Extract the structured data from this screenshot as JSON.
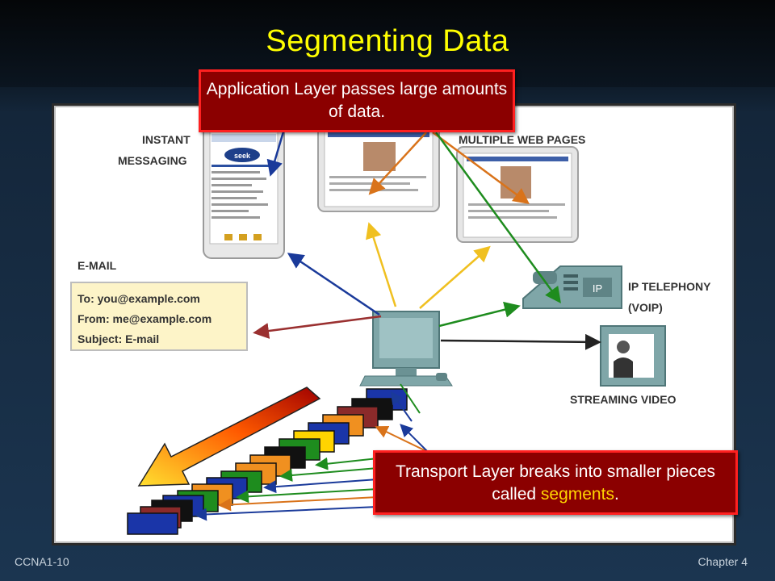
{
  "slide": {
    "title": "Segmenting Data",
    "footer_left": "CCNA1-10",
    "footer_right": "Chapter 4"
  },
  "callouts": {
    "top": "Application Layer passes large amounts of data.",
    "bottom_prefix": "Transport Layer breaks into smaller pieces called ",
    "bottom_highlight": "segments",
    "bottom_suffix": "."
  },
  "diagram": {
    "im_label_1": "INSTANT",
    "im_label_2": "MESSAGING",
    "web_label": "MULTIPLE WEB PAGES",
    "email_label": "E-MAIL",
    "email_to": "To: you@example.com",
    "email_from": "From: me@example.com",
    "email_subject": "Subject: E-mail",
    "ip_label_1": "IP TELEPHONY",
    "ip_label_2": "(VOIP)",
    "phone_ip": "IP",
    "video_label": "STREAMING VIDEO",
    "im_logo": "seek"
  },
  "colors": {
    "accent_title": "#ffff00",
    "callout_bg": "#8b0000",
    "callout_border": "#ff2020",
    "highlight": "#ffd400",
    "arrow_blue": "#1a3a9a",
    "arrow_orange": "#d9731a",
    "arrow_green": "#1e8c1e",
    "arrow_yellow": "#f0c020",
    "arrow_red": "#9a3030"
  }
}
